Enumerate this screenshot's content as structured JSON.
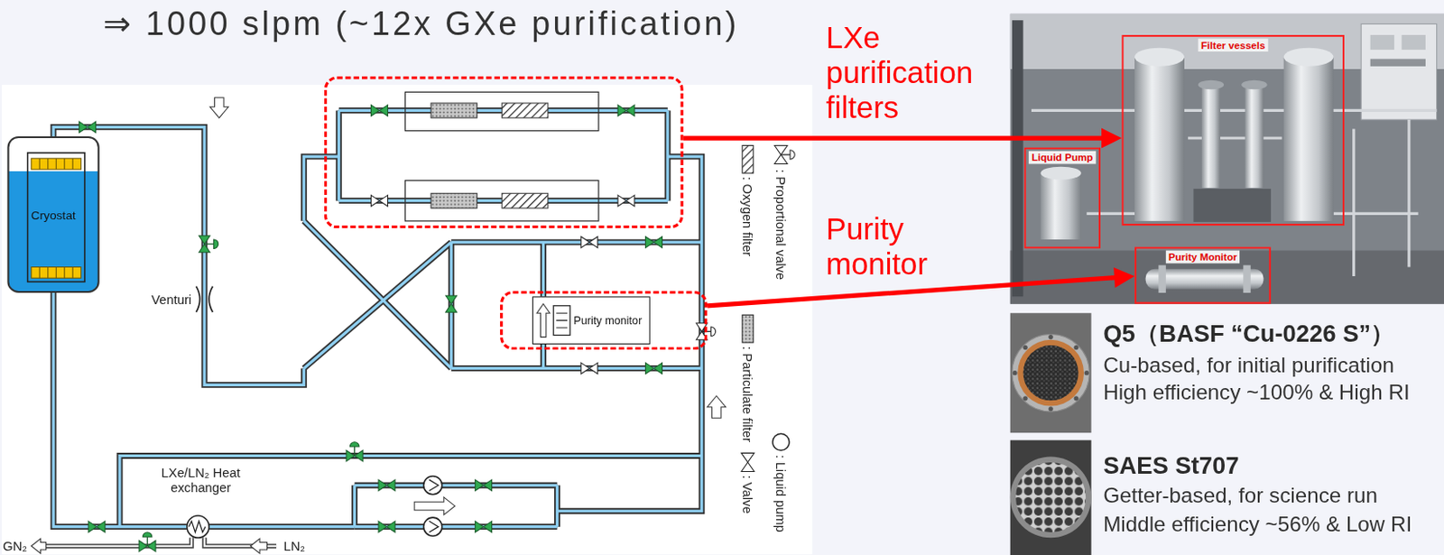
{
  "diagram": {
    "nodes": [
      {
        "text": [
          "Cryostat"
        ]
      },
      {
        "text": [
          "LXe purification filters"
        ]
      },
      {
        "text": [
          "Purity monitor"
        ]
      },
      {
        "text": [
          "Purity monitor"
        ],
        "in": 2
      },
      {
        "text": [
          "Filter vessels"
        ]
      },
      {
        "text": [
          "Liquid Pump"
        ]
      },
      {
        "text": [
          "Purity Monitor"
        ]
      }
    ],
    "edges": [
      {
        "from": 1,
        "to": 4,
        "arrow": "to"
      },
      {
        "from": 2,
        "to": 6,
        "arrow": "to"
      }
    ],
    "labels": [
      "⇒ 1000 slpm (~12x GXe purification)",
      "Venturi",
      "LXe/LN₂ Heat exchanger",
      "GN₂",
      "LN₂",
      "Q5（BASF “Cu-0226 S”）",
      "Cu-based, for initial purification",
      "High efficiency ~100% & High RI",
      "SAES St707",
      "Getter-based, for science run",
      "Middle efficiency ~56% & Low RI"
    ],
    "legend": [
      {
        "text": ": Oxygen filter"
      },
      {
        "text": ": Valve"
      },
      {
        "text": ": Proportional valve"
      },
      {
        "text": ": Particulate filter"
      },
      {
        "text": ": Liquid pump"
      }
    ]
  }
}
